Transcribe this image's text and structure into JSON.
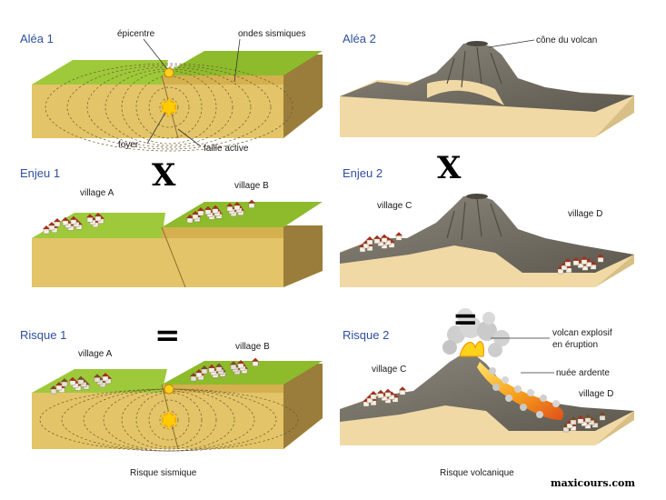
{
  "colors": {
    "title": "#2f4f9e",
    "grass": "#9ec93a",
    "soil_front": "#e3c468",
    "soil_side": "#9a7d3a",
    "volcano": "#7a7569",
    "ground": "#5f5b54",
    "sand": "#f1d9a6",
    "lava": "#f07a1e",
    "ash": "#c8c8c8"
  },
  "seismic": {
    "alea": {
      "title": "Aléa 1",
      "epicentre": "épicentre",
      "ondes": "ondes sismiques",
      "foyer": "foyer",
      "faille": "faille active"
    },
    "enjeu": {
      "title": "Enjeu 1",
      "village_a": "village A",
      "village_b": "village B"
    },
    "risque": {
      "title": "Risque 1",
      "village_a": "village A",
      "village_b": "village B",
      "caption": "Risque sismique"
    }
  },
  "volcanic": {
    "alea": {
      "title": "Aléa 2",
      "cone": "cône du volcan"
    },
    "enjeu": {
      "title": "Enjeu 2",
      "village_c": "village C",
      "village_d": "village D"
    },
    "risque": {
      "title": "Risque 2",
      "village_c": "village C",
      "village_d": "village D",
      "eruption_line1": "volcan explosif",
      "eruption_line2": "en éruption",
      "nuee": "nuée ardente",
      "caption": "Risque volcanique"
    }
  },
  "operators": {
    "times": "X",
    "equals": "="
  },
  "site": "maxicours.com"
}
